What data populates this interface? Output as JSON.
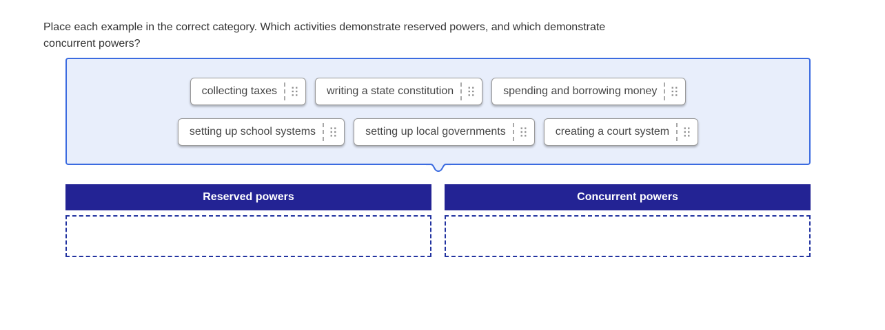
{
  "question": {
    "text": "Place each example in the correct category. Which activities demonstrate reserved powers, and which demonstrate concurrent powers?"
  },
  "word_bank": {
    "rows": [
      [
        "collecting taxes",
        "writing a state constitution",
        "spending and borrowing money"
      ],
      [
        "setting up school systems",
        "setting up local governments",
        "creating a court system"
      ]
    ]
  },
  "categories": [
    {
      "label": "Reserved powers"
    },
    {
      "label": "Concurrent powers"
    }
  ],
  "icons": {
    "drag_handle": "grip-dots-2x3"
  },
  "colors": {
    "question_text": "#333333",
    "bank_bg": "#e8eefb",
    "bank_border": "#3b6be0",
    "chip_border": "#9a9a9a",
    "chip_text": "#454545",
    "header_bg": "#232394",
    "header_text": "#ffffff",
    "dropzone_border": "#2233a0"
  }
}
